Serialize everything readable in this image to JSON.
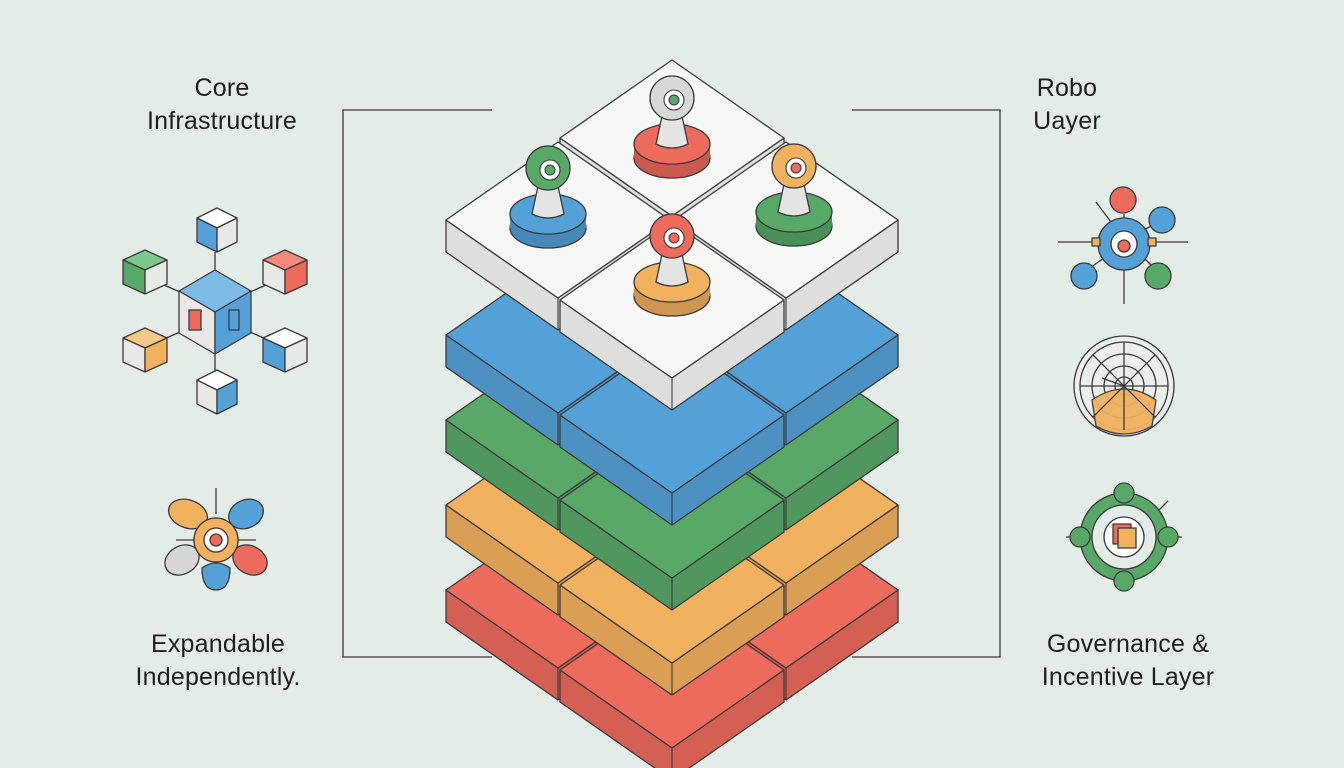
{
  "labels": {
    "core": {
      "line1": "Core",
      "line2": "Infrastructure"
    },
    "expand": {
      "line1": "Expandable",
      "line2": "Independently."
    },
    "robo": {
      "line1": "Robo",
      "line2": "Uayer"
    },
    "governance": {
      "line1": "Governance &",
      "line2": "Incentive Layer"
    }
  },
  "colors": {
    "background": "#e3ece6",
    "white": "#f7f7f6",
    "blue": "#54a1d8",
    "green": "#58a868",
    "orange": "#f2b15e",
    "red": "#ec6b5c",
    "grey": "#d8d8d6",
    "line": "#3a3a3a"
  },
  "stack": {
    "layers": [
      "red",
      "orange",
      "green",
      "blue",
      "white"
    ],
    "top_modules": [
      "grey",
      "green",
      "orange",
      "red"
    ]
  },
  "icons": {
    "left": [
      "hub-cube-icon",
      "petal-flower-icon"
    ],
    "right": [
      "robot-network-icon",
      "radar-dial-icon",
      "target-ring-icon"
    ]
  }
}
